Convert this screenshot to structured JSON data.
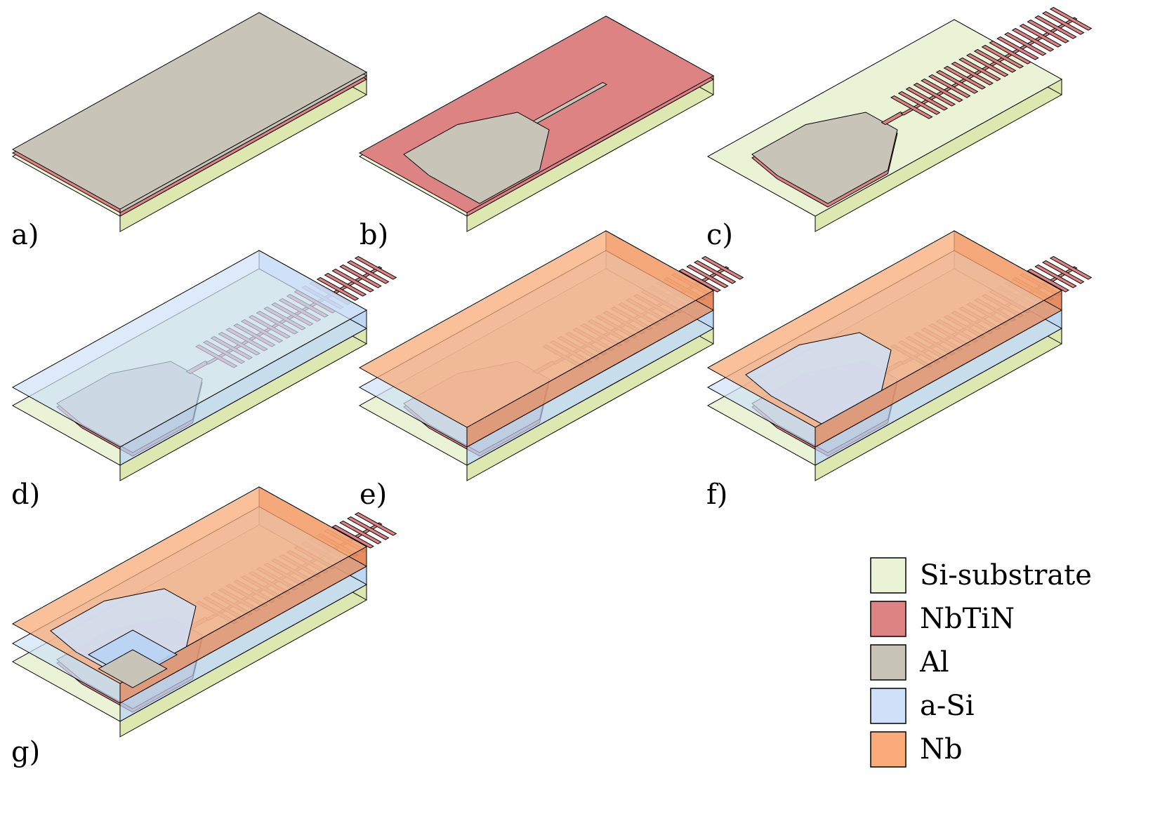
{
  "figure": {
    "panels": [
      {
        "id": "a",
        "label": "a)",
        "layers": [
          "Si-substrate",
          "NbTiN",
          "Al"
        ],
        "feature": "blanket Al on NbTiN on substrate"
      },
      {
        "id": "b",
        "label": "b)",
        "layers": [
          "Si-substrate",
          "NbTiN",
          "Al"
        ],
        "feature": "Al patterned into pad"
      },
      {
        "id": "c",
        "label": "c)",
        "layers": [
          "Si-substrate",
          "NbTiN",
          "Al"
        ],
        "feature": "NbTiN patterned into comb"
      },
      {
        "id": "d",
        "label": "d)",
        "layers": [
          "Si-substrate",
          "NbTiN",
          "Al",
          "a-Si"
        ],
        "feature": "a-Si deposited"
      },
      {
        "id": "e",
        "label": "e)",
        "layers": [
          "Si-substrate",
          "NbTiN",
          "Al",
          "a-Si",
          "Nb"
        ],
        "feature": "Nb deposited"
      },
      {
        "id": "f",
        "label": "f)",
        "layers": [
          "Si-substrate",
          "NbTiN",
          "Al",
          "a-Si",
          "Nb"
        ],
        "feature": "Nb patterned, window opened"
      },
      {
        "id": "g",
        "label": "g)",
        "layers": [
          "Si-substrate",
          "NbTiN",
          "Al",
          "a-Si",
          "Nb"
        ],
        "feature": "a-Si etched to expose Al"
      }
    ]
  },
  "legend": {
    "items": [
      {
        "label": "Si-substrate",
        "color": "#ebf3d6"
      },
      {
        "label": "NbTiN",
        "color": "#dd8383"
      },
      {
        "label": "Al",
        "color": "#c8c4b8"
      },
      {
        "label": "a-Si",
        "color": "#cfe1f8"
      },
      {
        "label": "Nb",
        "color": "#f8ab78"
      }
    ]
  },
  "colors": {
    "substrate_top": "#ebf3d6",
    "substrate_side": "#dde8b0",
    "nbtin": "#dd8383",
    "al": "#c8c4b8",
    "asi_top": "#cfe1f8",
    "asi_side": "#b8d3f4",
    "nb": "#f8ab78",
    "nb_dark": "#e38758",
    "outline": "#000000"
  }
}
